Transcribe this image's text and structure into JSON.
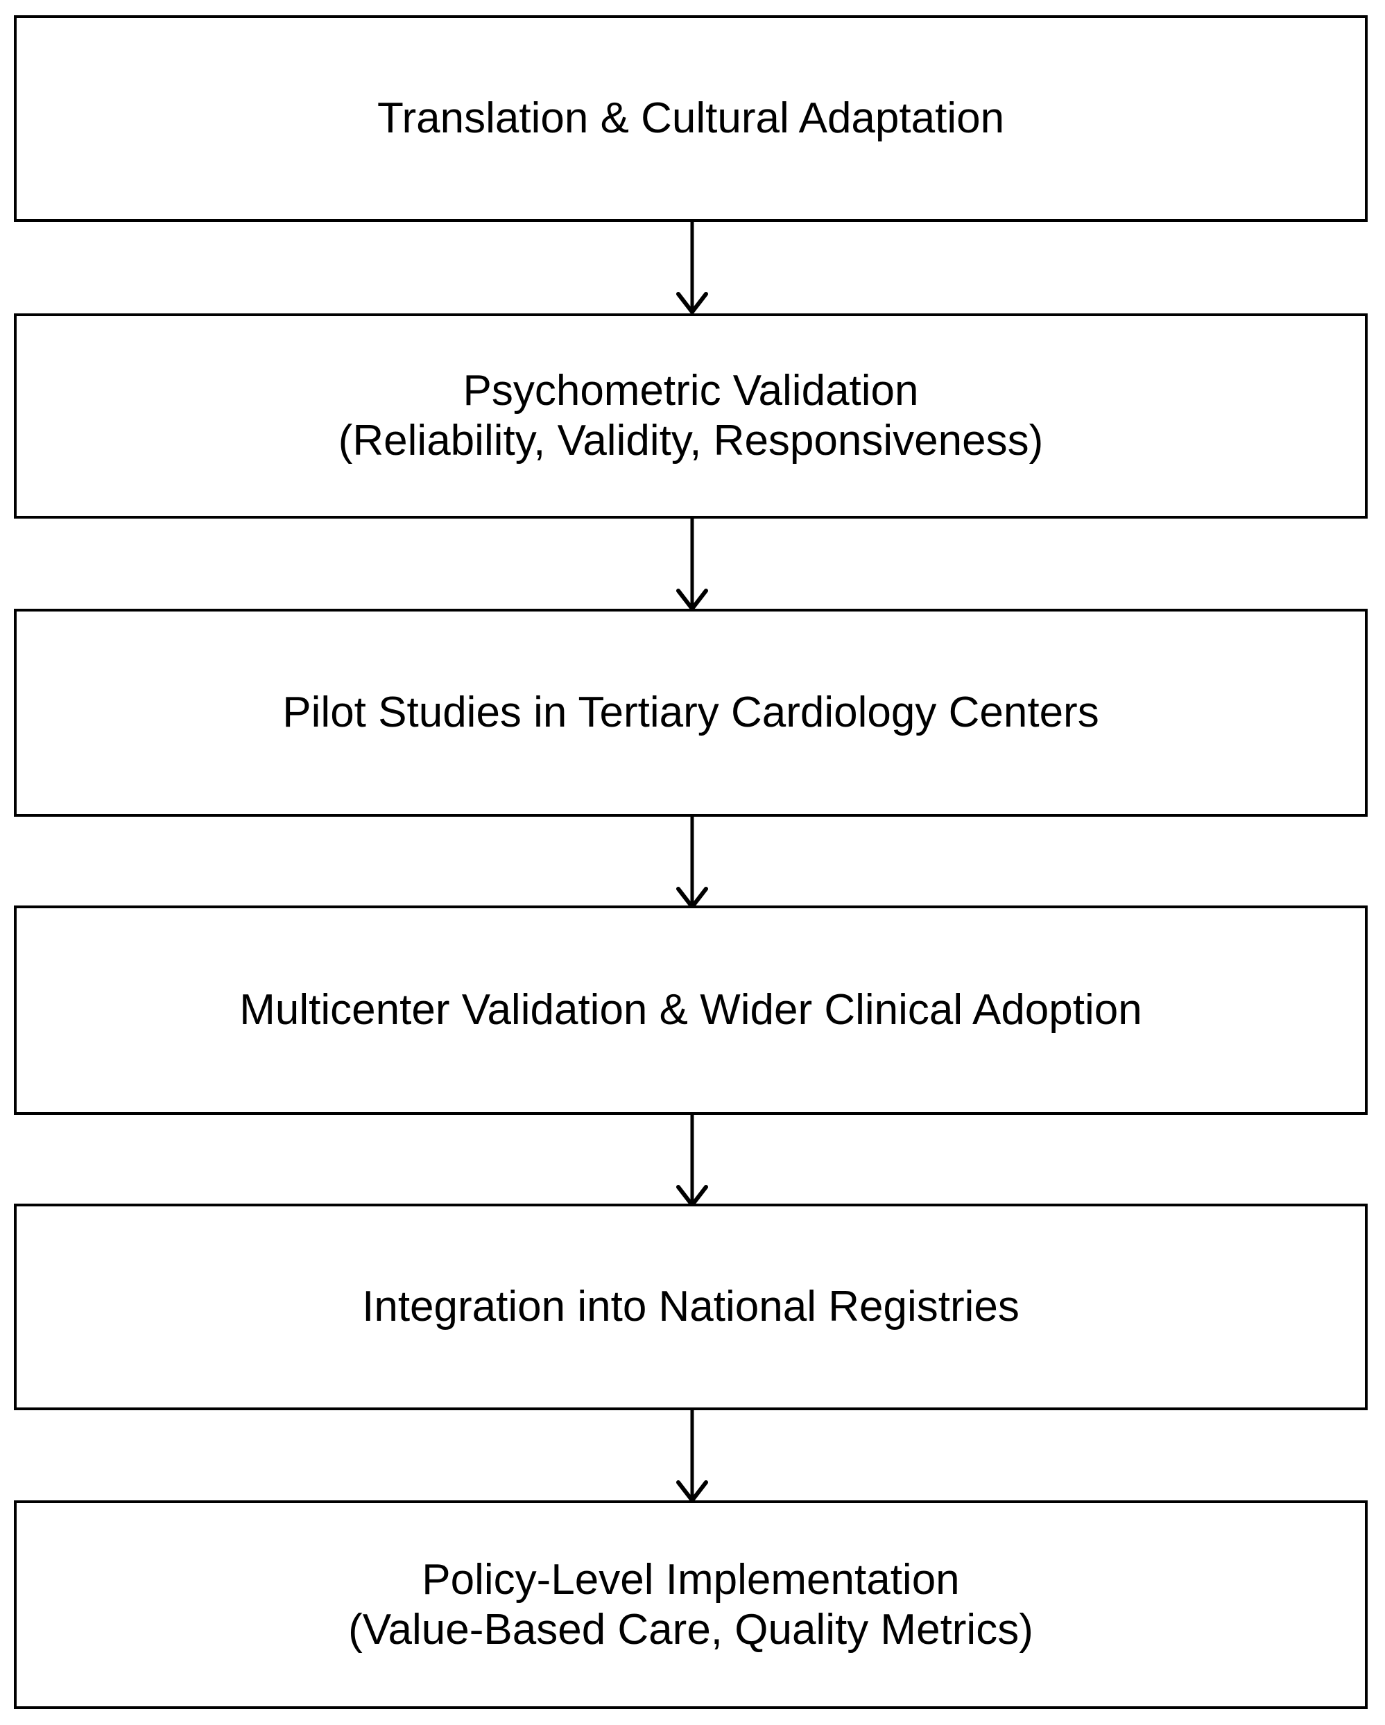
{
  "diagram": {
    "type": "flowchart",
    "orientation": "vertical-top-to-bottom",
    "background_color": "#ffffff",
    "line_color": "#000000",
    "text_color": "#000000",
    "nodes": [
      {
        "id": "translation-cultural-adaptation",
        "label": "Translation & Cultural Adaptation",
        "lines": [
          "Translation & Cultural Adaptation"
        ]
      },
      {
        "id": "psychometric-validation",
        "label": "Psychometric Validation\n(Reliability, Validity, Responsiveness)",
        "lines": [
          "Psychometric Validation",
          "(Reliability, Validity, Responsiveness)"
        ]
      },
      {
        "id": "pilot-studies",
        "label": "Pilot Studies in Tertiary Cardiology Centers",
        "lines": [
          "Pilot Studies in Tertiary Cardiology Centers"
        ]
      },
      {
        "id": "multicenter-validation",
        "label": "Multicenter Validation & Wider Clinical Adoption",
        "lines": [
          "Multicenter Validation & Wider Clinical Adoption"
        ]
      },
      {
        "id": "national-registries",
        "label": "Integration into National Registries",
        "lines": [
          "Integration into National Registries"
        ]
      },
      {
        "id": "policy-level-implementation",
        "label": "Policy-Level Implementation\n(Value-Based Care, Quality Metrics)",
        "lines": [
          "Policy-Level Implementation",
          "(Value-Based Care, Quality Metrics)"
        ]
      }
    ],
    "edges": [
      {
        "id": "edge-1",
        "from": "translation-cultural-adaptation",
        "to": "psychometric-validation",
        "marker": "arrow-down"
      },
      {
        "id": "edge-2",
        "from": "psychometric-validation",
        "to": "pilot-studies",
        "marker": "arrow-down"
      },
      {
        "id": "edge-3",
        "from": "pilot-studies",
        "to": "multicenter-validation",
        "marker": "arrow-down"
      },
      {
        "id": "edge-4",
        "from": "multicenter-validation",
        "to": "national-registries",
        "marker": "arrow-down"
      },
      {
        "id": "edge-5",
        "from": "national-registries",
        "to": "policy-level-implementation",
        "marker": "arrow-down"
      }
    ]
  }
}
